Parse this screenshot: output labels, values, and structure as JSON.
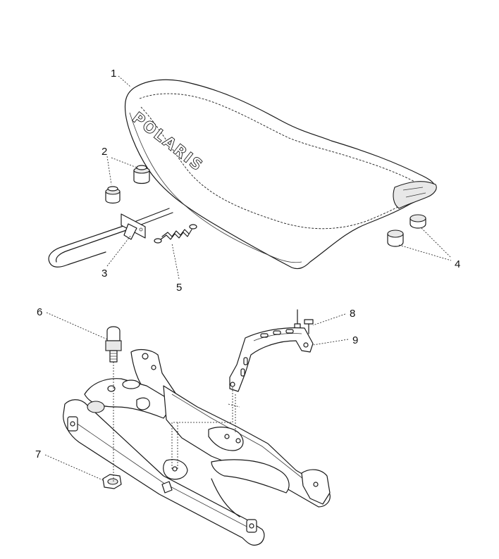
{
  "diagram": {
    "seat_brand_text": "POLARIS",
    "callouts": {
      "c1": "1",
      "c2": "2",
      "c3": "3",
      "c4": "4",
      "c5": "5",
      "c6": "6",
      "c7": "7",
      "c8": "8",
      "c9": "9"
    }
  }
}
